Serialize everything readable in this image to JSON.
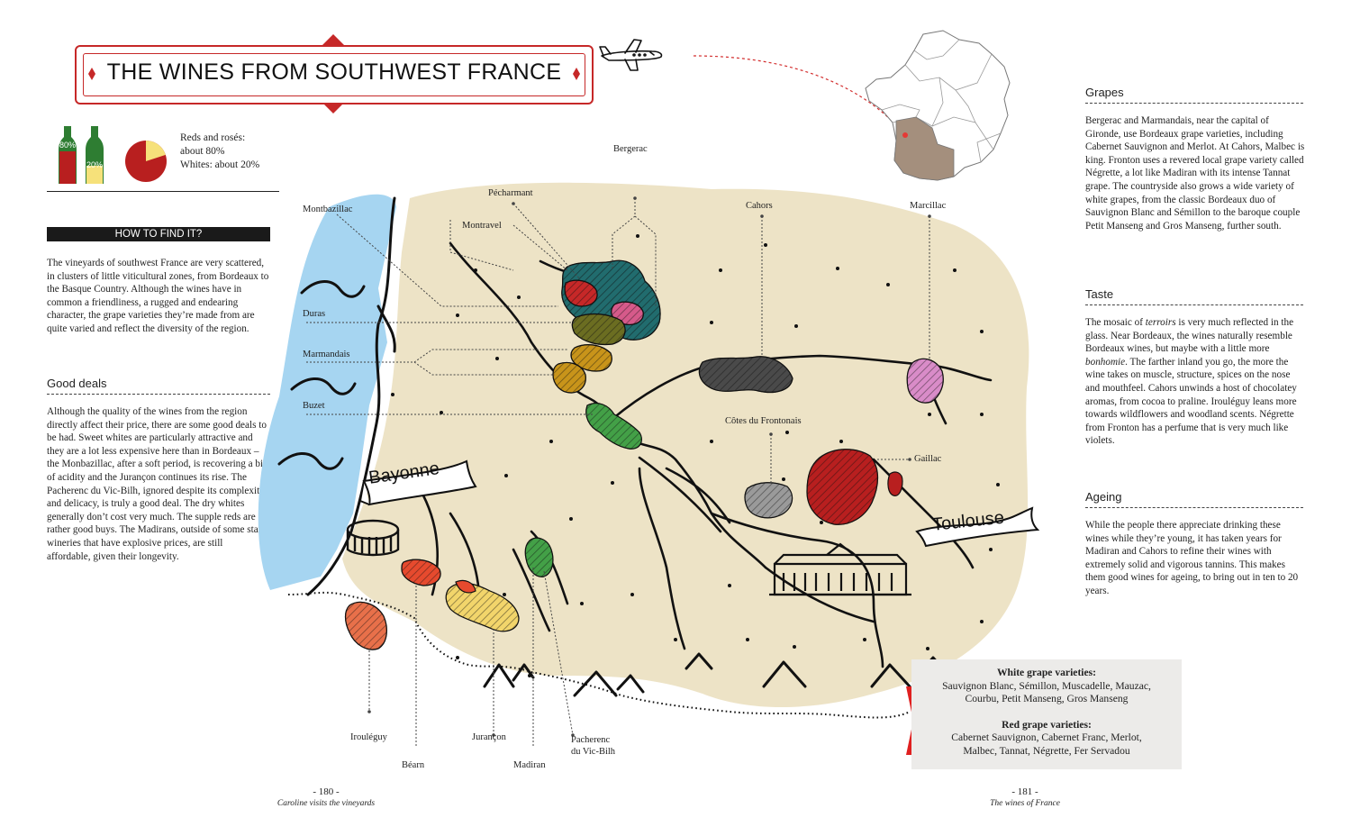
{
  "title": "THE WINES FROM SOUTHWEST FRANCE",
  "stats": {
    "red_bottle_pct": "80%",
    "white_bottle_pct": "20%",
    "line1": "Reds and rosés:",
    "line2": "about 80%",
    "line3": "Whites: about 20%",
    "red_share": 0.8,
    "white_share": 0.2,
    "colors": {
      "red": "#b81f1f",
      "white": "#f6e17a",
      "bottle_green": "#2e7d32"
    }
  },
  "how_to_find": {
    "header": "HOW TO FIND IT?",
    "text": "The vineyards of southwest France are very scattered, in clusters of little viticultural zones, from Bordeaux to the Basque Country. Although the wines have in common a friendliness, a rugged and endearing character, the grape varieties they’re made from are quite varied and reflect the diversity of the region."
  },
  "good_deals": {
    "header": "Good deals",
    "text": "Although the quality of the wines from the region directly affect their price, there are some good deals to be had. Sweet whites are particularly attractive and they are a lot less expensive here than in Bordeaux – the Monbazillac, after a soft period, is recovering a bit of acidity and the Jurançon continues its rise. The Pacherenc du Vic-Bilh, ignored despite its complexity and delicacy, is truly a good deal. The dry whites generally don’t cost very much. The supple reds are rather good buys. The Madirans, outside of some star wineries that have explosive prices, are still affordable, given their longevity."
  },
  "grapes": {
    "header": "Grapes",
    "text": "Bergerac and Marmandais, near the capital of Gironde, use Bordeaux grape varieties, including Cabernet Sauvignon and Merlot. At Cahors, Malbec is king. Fronton uses a revered local grape variety called Négrette, a lot like Madiran with its intense Tannat grape. The countryside also grows a wide variety of white grapes, from the classic Bordeaux duo of Sauvignon Blanc and Sémillon to the baroque couple Petit Manseng and Gros Manseng, further south."
  },
  "taste": {
    "header": "Taste",
    "text_a": "The mosaic of ",
    "text_em1": "terroirs",
    "text_b": " is very much reflected in the glass. Near Bordeaux, the wines naturally resemble Bordeaux wines, but maybe with a little more ",
    "text_em2": "bonhomie",
    "text_c": ". The farther inland you go, the more the wine takes on muscle, structure, spices on the nose and mouthfeel. Cahors unwinds a host of chocolatey aromas, from cocoa to praline. Irouléguy leans more towards wildflowers and woodland scents. Négrette from Fronton has a perfume that is very much like violets."
  },
  "ageing": {
    "header": "Ageing",
    "text": "While the people there appreciate drinking these wines while they’re young, it has taken years for Madiran and Cahors to refine their wines with extremely solid and vigorous tannins. This makes them good wines for ageing, to bring out in ten to 20 years."
  },
  "map": {
    "cities": {
      "bayonne": "Bayonne",
      "toulouse": "Toulouse"
    },
    "labels": {
      "bergerac": "Bergerac",
      "pecharmant": "Pécharmant",
      "montravel": "Montravel",
      "montbazillac": "Montbazillac",
      "duras": "Duras",
      "marmandais": "Marmandais",
      "buzet": "Buzet",
      "cahors": "Cahors",
      "marcillac": "Marcillac",
      "frontonnais": "Côtes du Frontonais",
      "gaillac": "Gaillac",
      "irouleguy": "Irouléguy",
      "bearn": "Béarn",
      "jurancon": "Jurançon",
      "madiran": "Madiran",
      "pacherenc1": "Pacherenc",
      "pacherenc2": "du Vic-Bilh"
    },
    "colors": {
      "land": "#ede3c6",
      "sea": "#a6d5f1",
      "france_region": "#a48f7d"
    }
  },
  "grape_box": {
    "white_title": "White grape varieties:",
    "white_line1": "Sauvignon Blanc, Sémillon, Muscadelle, Mauzac,",
    "white_line2": "Courbu, Petit Manseng, Gros Manseng",
    "red_title": "Red grape varieties:",
    "red_line1": "Cabernet Sauvignon, Cabernet Franc, Merlot,",
    "red_line2": "Malbec, Tannat, Négrette, Fer Servadou"
  },
  "footer": {
    "left_page": "- 180 -",
    "left_caption": "Caroline visits the vineyards",
    "right_page": "- 181 -",
    "right_caption": "The wines of France"
  }
}
